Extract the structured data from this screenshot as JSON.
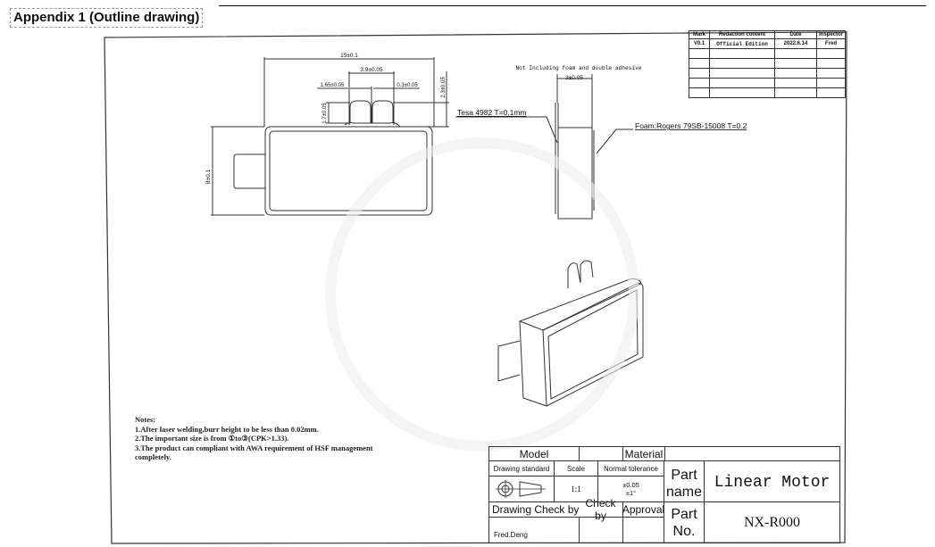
{
  "heading": {
    "title": "Appendix 1 (Outline drawing)"
  },
  "revision_table": {
    "headers": [
      "Mark",
      "Redaction content",
      "Date",
      "Inspector"
    ],
    "rows": [
      [
        "V0.1",
        "Official Edition",
        "2022.6.14",
        "Fred"
      ],
      [
        "",
        "",
        "",
        ""
      ],
      [
        "",
        "",
        "",
        ""
      ],
      [
        "",
        "",
        "",
        ""
      ],
      [
        "",
        "",
        "",
        ""
      ],
      [
        "",
        "",
        "",
        ""
      ]
    ]
  },
  "front_view": {
    "dim_width": "15±0.1",
    "dim_slot_width": "3.9±0.05",
    "dim_left": "1.65±0.05",
    "dim_gap": "0.3±0.05",
    "dim_slot_height": "1.7±0.05",
    "dim_top_height": "2.3±0.05",
    "dim_height": "8±0.1"
  },
  "side_view": {
    "note": "Not Including foam and double adhesive",
    "dim_thickness": "3±0.05",
    "label_tape": "Tesa 4982 T=0.1mm",
    "label_foam": "Foam:Rogers 79SB-15008 T=0.2"
  },
  "notes": {
    "title": "Notes:",
    "items": [
      "1.After laser welding,burr height to be less than 0.02mm.",
      "2.The important size is from ①to③(CPK>1.33).",
      "3.The product can compliant with AWA requirement of HSF management",
      "completely."
    ]
  },
  "title_block": {
    "model_label": "Model",
    "model_value": "",
    "material_label": "Material",
    "material_value": "",
    "drawing_standard_label": "Drawing standard",
    "scale_label": "Scale",
    "scale_value": "1:1",
    "tolerance_label": "Normal tolerance",
    "tolerance_linear": "±0.05",
    "tolerance_angular": "±1°",
    "drawing_label": "Drawing",
    "check_by_label_1": "Check by",
    "check_by_label_2": "Check by",
    "approval_label": "Approval",
    "drawer": "Fred.Deng",
    "checker": "",
    "approver": "",
    "part_name_label": "Part name",
    "part_name": "Linear Motor",
    "part_no_label": "Part No.",
    "part_no": "NX-R000"
  }
}
